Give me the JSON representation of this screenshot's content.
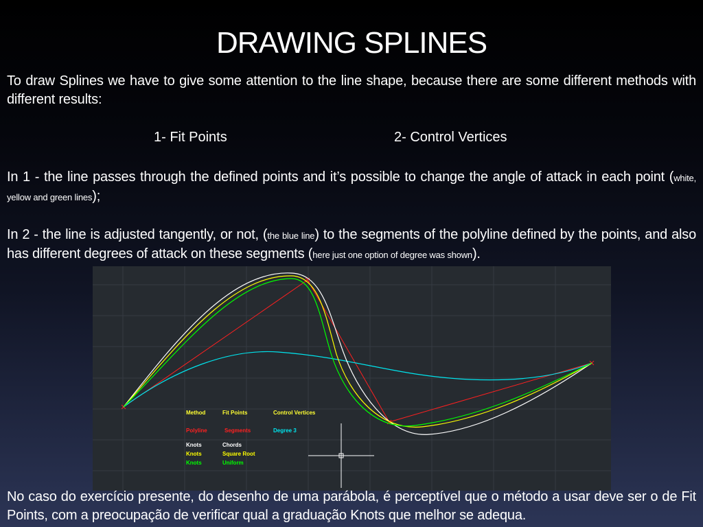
{
  "slide": {
    "title": "DRAWING SPLINES",
    "intro": "To draw Splines we have to give some attention to the line shape, because there are some different methods with different results:",
    "method_1": "1-   Fit Points",
    "method_2": "2-   Control Vertices",
    "para_1_main": "In 1 -  the line passes through the defined points and it’s possible to change the angle of attack in each point (",
    "para_1_small": "white, yellow and green lines",
    "para_1_end": ");",
    "para_2_main": "In 2 - the line is adjusted tangently, or not, (",
    "para_2_small": "the blue line",
    "para_2_mid": ") to the segments of the polyline defined by the points, and also has different degrees of attack on these segments (",
    "para_2_small2": "here just one option of degree was shown",
    "para_2_end": ").",
    "conclusion": "No caso do exercício presente, do desenho de uma parábola, é perceptível que o método a usar deve ser o de Fit Points, com a preocupação de verificar qual a graduação Knots que melhor se adequa."
  },
  "cad_legend": {
    "header": [
      "Method",
      "Fit Points",
      "Control Vertices"
    ],
    "row_polyline": [
      "Polyline",
      "Segments",
      "Degree 3"
    ],
    "knots_rows": [
      [
        "Knots",
        "Chords"
      ],
      [
        "Knots",
        "Square Root"
      ],
      [
        "Knots",
        "Uniform"
      ]
    ]
  },
  "colors": {
    "background_top": "#000000",
    "background_bottom": "#2c3556",
    "cad_background": "#262b30",
    "grid": "#353b42",
    "polyline": "#ff2020",
    "spline_chords": "#ffffff",
    "spline_sqrt": "#ffff00",
    "spline_uniform": "#00ff00",
    "spline_cv": "#00e5ee",
    "header_text": "#ffff33",
    "crosshair": "#ffffff"
  },
  "icons": {
    "cursor": "crosshair-cursor-icon"
  }
}
